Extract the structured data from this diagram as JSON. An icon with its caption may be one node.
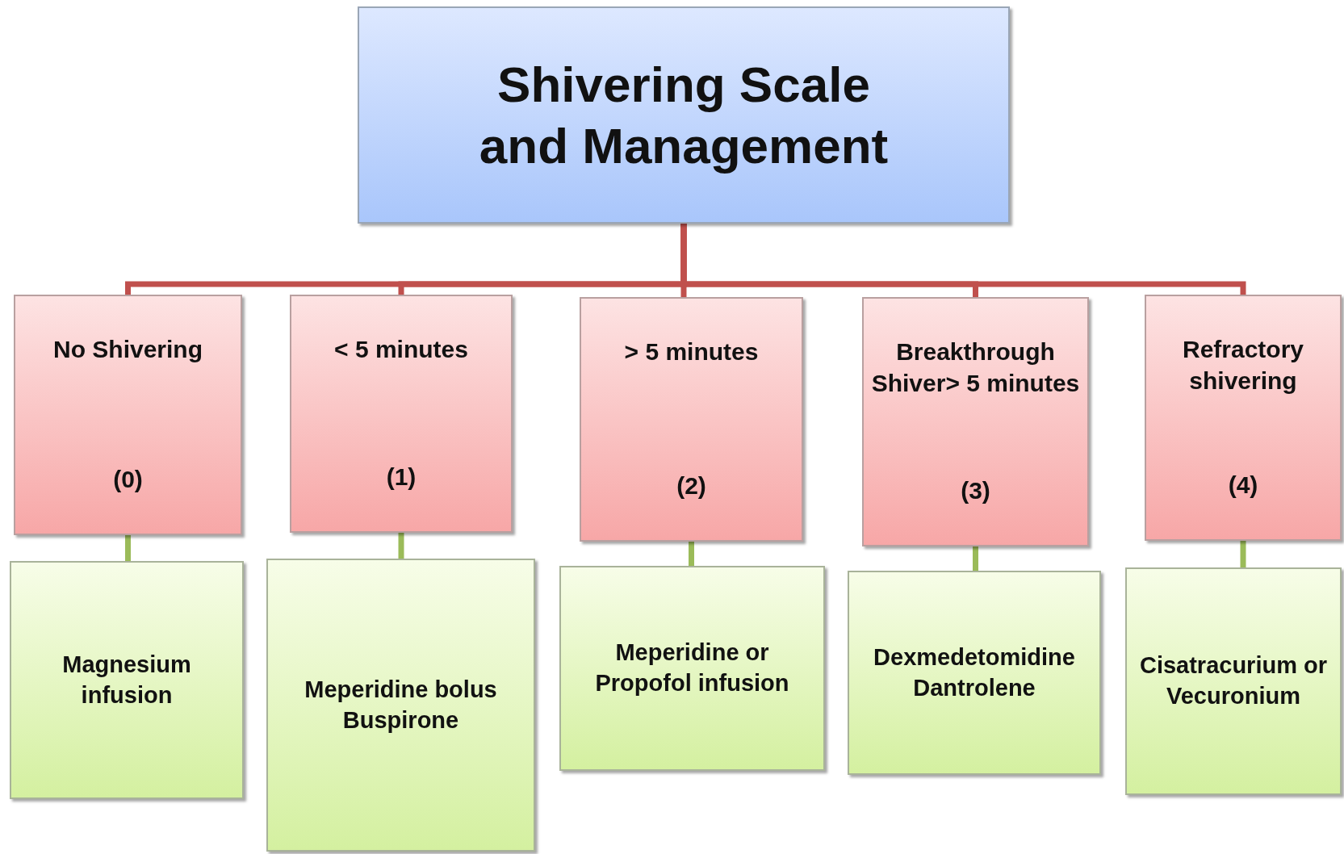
{
  "diagram": {
    "nodes": [
      {
        "text": [
          "Shivering Scale and Management"
        ]
      },
      {
        "text": [
          "No Shivering",
          "(0)"
        ]
      },
      {
        "text": [
          "< 5 minutes",
          "(1)"
        ]
      },
      {
        "text": [
          "> 5 minutes",
          "(2)"
        ]
      },
      {
        "text": [
          "Breakthrough Shiver> 5 minutes",
          "(3)"
        ]
      },
      {
        "text": [
          "Refractory shivering",
          "(4)"
        ]
      },
      {
        "text": [
          "Magnesium infusion"
        ]
      },
      {
        "text": [
          "Meperidine bolus Buspirone"
        ]
      },
      {
        "text": [
          "Meperidine or Propofol infusion"
        ]
      },
      {
        "text": [
          "Dexmedetomidine Dantrolene"
        ]
      },
      {
        "text": [
          "Cisatracurium or Vecuronium"
        ]
      }
    ],
    "edges": [
      {
        "from": 0,
        "to": 1,
        "arrow": "none"
      },
      {
        "from": 0,
        "to": 2,
        "arrow": "none"
      },
      {
        "from": 0,
        "to": 3,
        "arrow": "none"
      },
      {
        "from": 0,
        "to": 4,
        "arrow": "none"
      },
      {
        "from": 0,
        "to": 5,
        "arrow": "none"
      },
      {
        "from": 1,
        "to": 6,
        "arrow": "none",
        "color": "#9bbb59"
      },
      {
        "from": 2,
        "to": 7,
        "arrow": "none",
        "color": "#9bbb59"
      },
      {
        "from": 3,
        "to": 8,
        "arrow": "none",
        "color": "#9bbb59"
      },
      {
        "from": 4,
        "to": 9,
        "arrow": "none",
        "color": "#9bbb59"
      },
      {
        "from": 5,
        "to": 10,
        "arrow": "none",
        "color": "#9bbb59"
      }
    ]
  }
}
